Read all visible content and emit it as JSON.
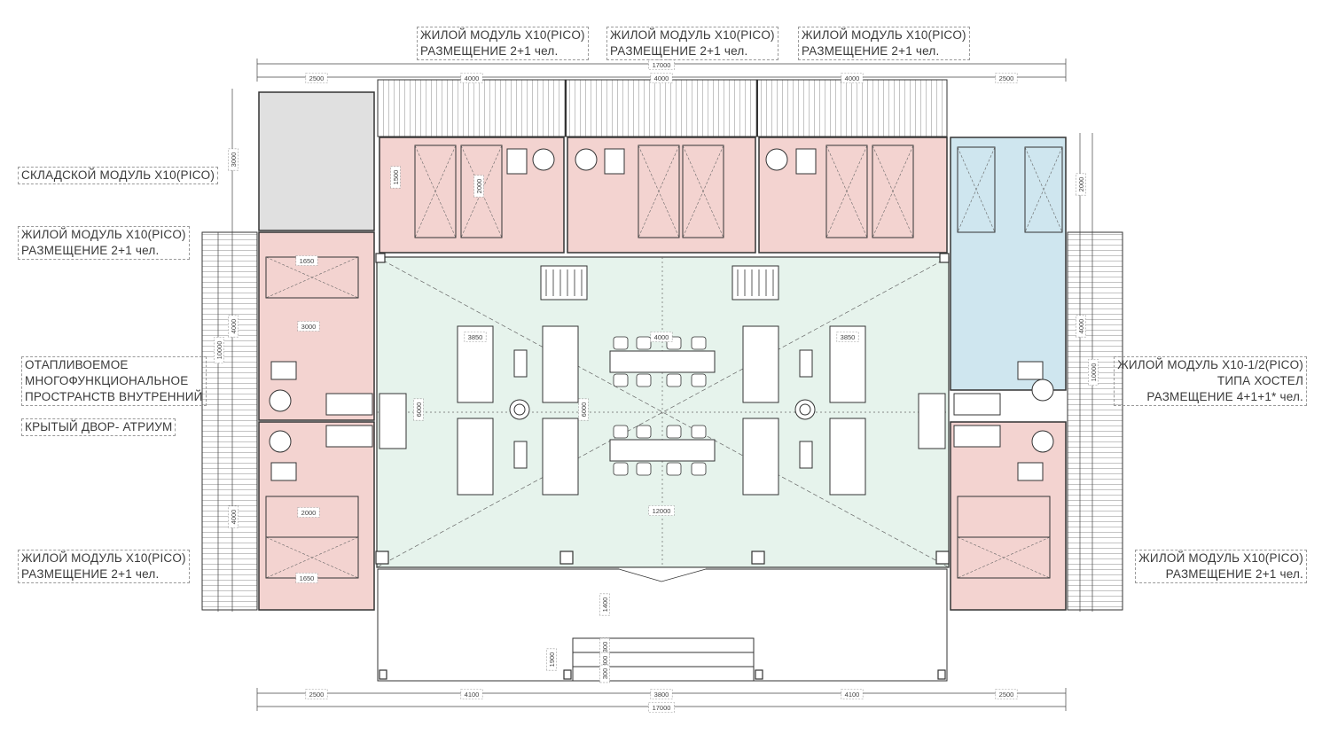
{
  "labels": {
    "top1": {
      "line1": "ЖИЛОЙ МОДУЛЬ X10(PICO)",
      "line2": "РАЗМЕЩЕНИЕ 2+1 чел."
    },
    "top2": {
      "line1": "ЖИЛОЙ МОДУЛЬ X10(PICO)",
      "line2": "РАЗМЕЩЕНИЕ 2+1 чел."
    },
    "top3": {
      "line1": "ЖИЛОЙ МОДУЛЬ X10(PICO)",
      "line2": "РАЗМЕЩЕНИЕ 2+1 чел."
    },
    "storage": {
      "line1": "СКЛАДСКОЙ МОДУЛЬ X10(PICO)"
    },
    "left_upper": {
      "line1": "ЖИЛОЙ МОДУЛЬ X10(PICO)",
      "line2": "РАЗМЕЩЕНИЕ 2+1 чел."
    },
    "atrium": {
      "line1": "ОТАПЛИВОЕМОЕ",
      "line2": "МНОГОФУНКЦИОНАЛЬНОЕ",
      "line3": "ПРОСТРАНСТВ ВНУТРЕННИЙ",
      "line4": "КРЫТЫЙ ДВОР- АТРИУМ"
    },
    "left_lower": {
      "line1": "ЖИЛОЙ МОДУЛЬ X10(PICO)",
      "line2": "РАЗМЕЩЕНИЕ 2+1 чел."
    },
    "hostel": {
      "line1": "ЖИЛОЙ МОДУЛЬ X10-1/2(PICO)",
      "line2": "ТИПА ХОСТЕЛ",
      "line3": "РАЗМЕЩЕНИЕ 4+1+1* чел."
    },
    "right_lower": {
      "line1": "ЖИЛОЙ МОДУЛЬ X10(PICO)",
      "line2": "РАЗМЕЩЕНИЕ 2+1 чел."
    }
  },
  "dimensions": {
    "top_total": "17000",
    "top_left": "2500",
    "top_mod1": "4000",
    "top_mod2": "4000",
    "top_mod3": "4000",
    "top_right": "2500",
    "bottom_left": "2500",
    "bottom_a": "4100",
    "bottom_mid": "3800",
    "bottom_b": "4100",
    "bottom_right": "2500",
    "bottom_total": "17000",
    "left_storage": "3000",
    "left_upper": "4000",
    "left_total": "10000",
    "left_lower": "4000",
    "right_top": "2000",
    "right_mid": "4000",
    "right_total": "10000",
    "atrium_width": "12000",
    "atrium_height": "6000",
    "atrium_center_h": "6000",
    "table_w": "4000",
    "left_seat": "3850",
    "right_seat": "3850",
    "entry_depth": "1400",
    "stair_w": "1900",
    "step1": "300",
    "step2": "300",
    "step3": "300",
    "room_a": "1650",
    "room_b": "3000",
    "room_c": "1500",
    "room_d": "2000",
    "room_e": "2000",
    "room_f": "1650"
  },
  "colors": {
    "module_pink": "#f3d3d0",
    "hostel_blue": "#cfe6ef",
    "atrium_green": "#e6f3ec",
    "storage_gray": "#e0e0e0",
    "line": "#333333"
  }
}
